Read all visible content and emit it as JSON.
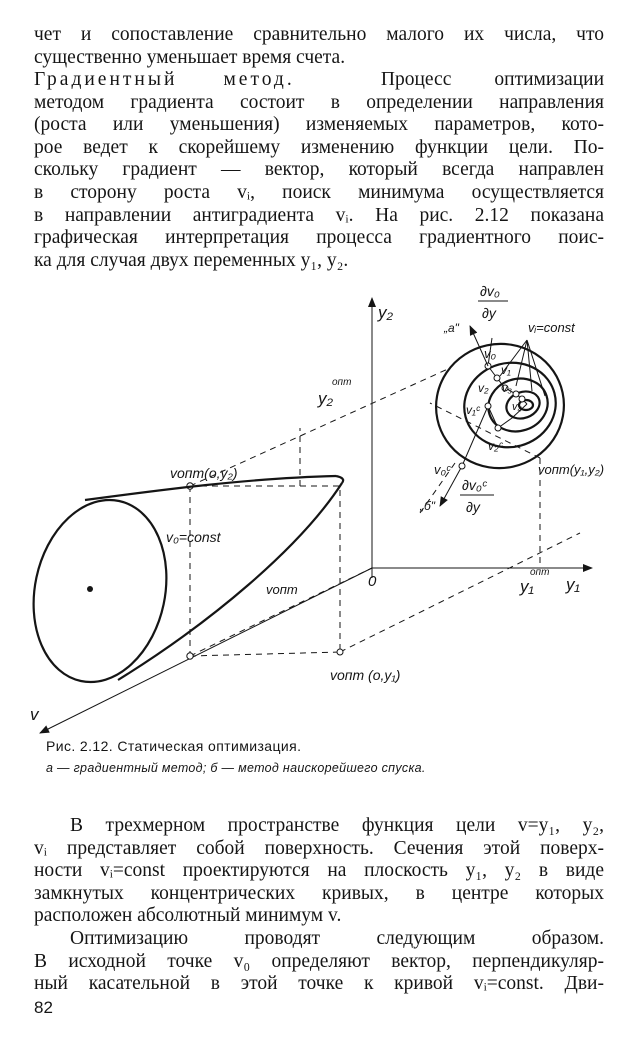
{
  "top_text": {
    "lines": [
      "чет и сопоставление сравнительно малого их числа, что",
      "существенно уменьшает время счета."
    ]
  },
  "gradient_paragraph": {
    "heading": "Градиентный метод.",
    "lines": [
      "Процесс оптимизации",
      "методом градиента состоит в определении направления",
      "(роста или уменьшения) изменяемых параметров, кото-",
      "рое ведет к скорейшему изменению функции цели. По-",
      "скольку градиент — вектор, который всегда направлен",
      "в сторону роста vᵢ, поиск минимума осуществляется",
      "в направлении антиградиента vᵢ. На рис. 2.12 показана",
      "графическая интерпретация процесса градиентного поис-",
      "ка для случая двух переменных y₁, y₂."
    ]
  },
  "figure": {
    "labels": {
      "y2_axis": "y₂",
      "y2_opt": "y₂",
      "opt_sup": "опт",
      "y1_axis": "y₁",
      "y1_opt": "y₁",
      "origin": "0",
      "v_axis": "v",
      "v_opt_y2": "vопт(o,y₂)",
      "v0_const": "v₀=const",
      "v_opt_mid": "vопт",
      "v_opt_y1": "vопт (o,y₁)",
      "grad_top_num": "∂v₀",
      "grad_top_den": "∂y",
      "label_a": "„а\"",
      "vi_const": "vᵢ=const",
      "v0": "v₀",
      "v1": "v₁",
      "v2": "v₂",
      "v3": "v₃",
      "v4": "v₄",
      "v1c": "v₁ᶜ",
      "v2c": "v₂ᶜ",
      "v0c": "v₀ᶜ",
      "v_opt_y1y2": "vопт(y₁,y₂)",
      "grad_bot_num": "∂v₀ᶜ",
      "grad_bot_den": "∂y",
      "label_b": "„б\""
    }
  },
  "caption": {
    "title": "Рис. 2.12. Статическая оптимизация.",
    "subtitle": "а — градиентный метод; б — метод наискорейшего спуска."
  },
  "bottom_paragraphs": {
    "p1": [
      "В трехмерном пространстве функция цели v=y₁, y₂,",
      "vᵢ представляет собой поверхность. Сечения этой поверх-",
      "ности vᵢ=const проектируются на плоскость y₁, y₂ в виде",
      "замкнутых концентрических кривых, в центре которых",
      "расположен абсолютный минимум v."
    ],
    "p2": [
      "Оптимизацию проводят следующим образом.",
      "В исходной точке v₀ определяют вектор, перпендикуляр-",
      "ный касательной в этой точке к кривой vᵢ=const. Дви-"
    ]
  },
  "page_number": "82"
}
